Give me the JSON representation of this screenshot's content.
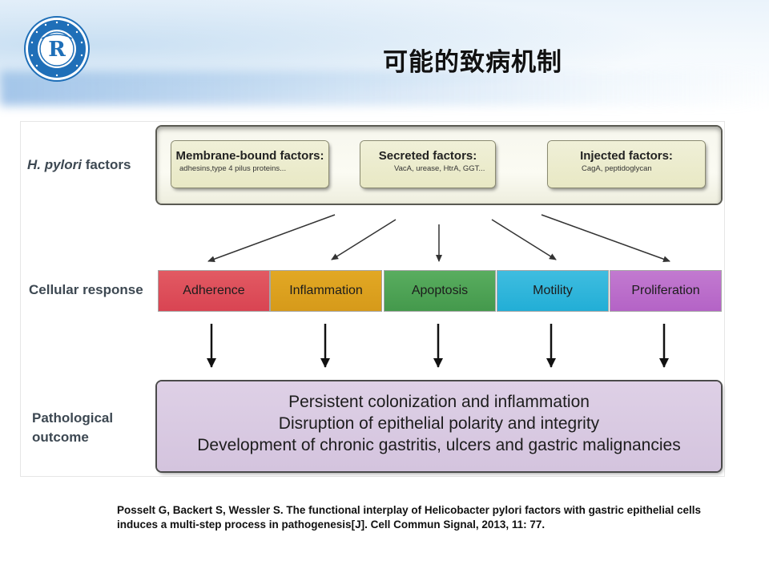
{
  "slide": {
    "title": "可能的致病机制"
  },
  "logo": {
    "icon": "university-hospital-seal-icon",
    "color": "#1f6fb8"
  },
  "diagram": {
    "row_labels": {
      "factors_italic": "H. pylori",
      "factors_rest": " factors",
      "cellular": "Cellular response",
      "pathological_line1": "Pathological",
      "pathological_line2": "outcome"
    },
    "factors": [
      {
        "title": "Membrane-bound factors:",
        "detail": "adhesins,type 4 pilus proteins..."
      },
      {
        "title": "Secreted factors:",
        "detail": "VacA, urease, HtrA, GGT..."
      },
      {
        "title": "Injected factors:",
        "detail": "CagA, peptidoglycan"
      }
    ],
    "responses": [
      {
        "label": "Adherence",
        "color": "#d94452"
      },
      {
        "label": "Inflammation",
        "color": "#d69a1a"
      },
      {
        "label": "Apoptosis",
        "color": "#44994c"
      },
      {
        "label": "Motility",
        "color": "#22aed6"
      },
      {
        "label": "Proliferation",
        "color": "#b463c6"
      }
    ],
    "outcomes": [
      "Persistent colonization and inflammation",
      "Disruption of epithelial polarity and integrity",
      "Development of chronic gastritis, ulcers and gastric malignancies"
    ]
  },
  "citation": {
    "text": "Posselt G, Backert S, Wessler S. The functional interplay of Helicobacter pylori factors with gastric epithelial cells induces a multi-step process in pathogenesis[J]. Cell Commun Signal, 2013, 11: 77."
  }
}
